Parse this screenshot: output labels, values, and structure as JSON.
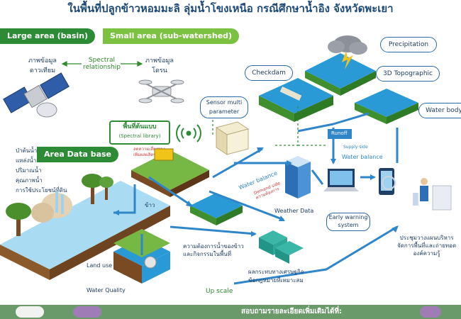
{
  "title": "ในพื้นที่ปลูกข้าวหอมมะลิ ลุ่มน้ำโขงเหนือ กรณีศึกษาน้ำอิง จังหวัดพะเยา",
  "badges": {
    "large_area": "Large area (basin)",
    "small_area": "Small area (sub-watershed)",
    "area_database": "Area Data base"
  },
  "top_left": {
    "satellite_data": "ภาพข้อมูล\nดาวเทียม",
    "spectral_relationship": "Spectral\nrelationship",
    "drone_data": "ภาพข้อมูล\nโดรน"
  },
  "database_items": [
    "ป่าต้นน้ำ",
    "แหล่งน้ำ",
    "ปริมาณน้ำ",
    "คุณภาพน้ำ",
    "การใช้ประโยชน์ที่ดิน"
  ],
  "spectral_library": {
    "thai": "พื้นที่ต้นแบบ",
    "english": "(Spectral library)"
  },
  "field_note": "ลดความเสี่ยงทาง\nเพิ่มผลผลิตข้าว",
  "pills": {
    "sensor": "Sensor multi\nparameter",
    "checkdam": "Checkdam",
    "precipitation": "Precipitation",
    "topographic": "3D Topographic",
    "water_body": "Water body"
  },
  "labels": {
    "rice": "ข้าว",
    "land_use": "Land use",
    "water_quality": "Water Quality",
    "water_demand": "ความต้องการน้ำของข้าว\nและกิจกรรมในพื้นที่",
    "water_balance_1": "Water balance",
    "water_balance_2": "Water balance",
    "demand_side": "Demand side\nความต้องการ",
    "supply_side": "Supply side",
    "runoff": "Runoff",
    "weather_data": "Weather Data",
    "early_warning": "Early warning\nsystem",
    "economic_impact": "ผลกระทบทางเศรษฐกิจ\nข้อกฎหมายที่เหมาะสม",
    "up_scale": "Up scale",
    "management_plan": "ประชุมวางแผนบริหาร\nจัดการพื้นที่และถ่ายทอด\nองค์ความรู้"
  },
  "footer": {
    "text": "สอบถามรายละเอียดเพิ่มเติมได้ที่:"
  },
  "colors": {
    "title": "#1d4a78",
    "green_badge": "#2d8a35",
    "light_green_badge": "#7cc242",
    "water": "#2a9ad6",
    "flow_arrow": "#2f86c8",
    "footer": "#6a9a6a"
  }
}
